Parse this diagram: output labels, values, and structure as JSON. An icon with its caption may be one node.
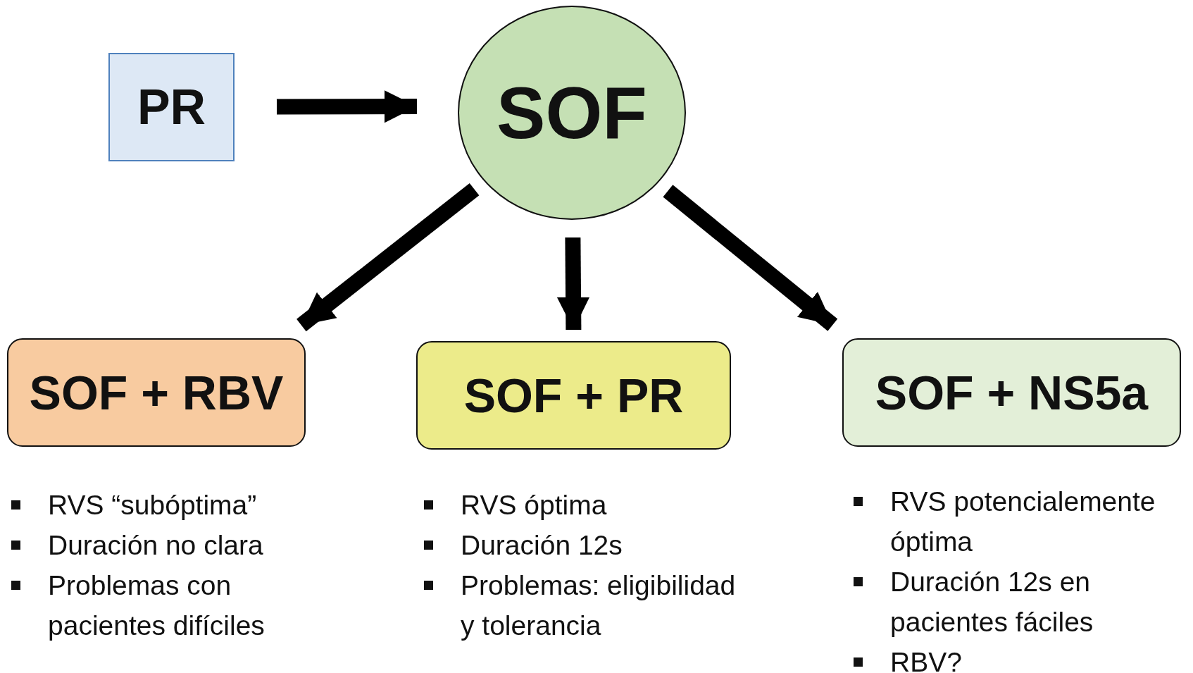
{
  "diagram": {
    "nodes": [
      {
        "text": [
          "PR"
        ]
      },
      {
        "text": [
          "SOF"
        ]
      },
      {
        "text": [
          "SOF + RBV"
        ],
        "beside": [
          "RVS “subóptima”",
          "Duración no clara",
          "Problemas con pacientes difíciles"
        ]
      },
      {
        "text": [
          "SOF + PR"
        ],
        "beside": [
          "RVS óptima",
          "Duración 12s",
          "Problemas: eligibilidad y tolerancia"
        ]
      },
      {
        "text": [
          "SOF + NS5a"
        ],
        "beside": [
          "RVS potencialemente óptima",
          "Duración 12s en pacientes fáciles",
          "RBV?"
        ]
      }
    ],
    "edges": [
      {
        "from": 0,
        "to": 1,
        "arrow": "to"
      },
      {
        "from": 1,
        "to": 2,
        "arrow": "to"
      },
      {
        "from": 1,
        "to": 3,
        "arrow": "to"
      },
      {
        "from": 1,
        "to": 4,
        "arrow": "to"
      }
    ]
  }
}
